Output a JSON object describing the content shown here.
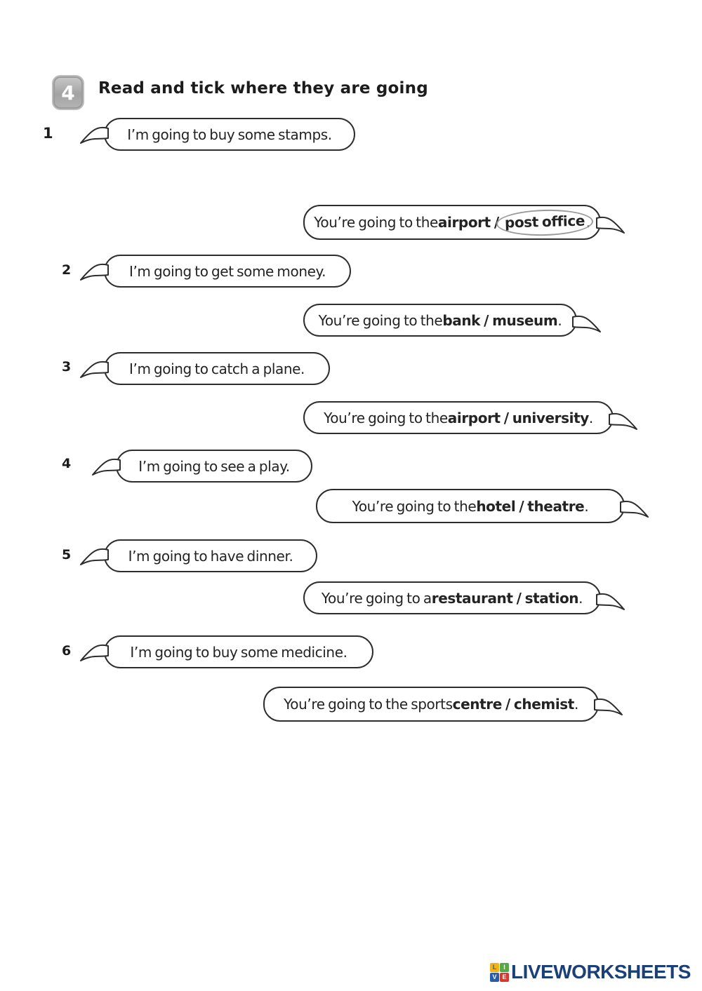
{
  "header": {
    "badge": "4",
    "title": "Read and tick where they are going"
  },
  "items": [
    {
      "num": "1",
      "left": "I’m going to buy some stamps.",
      "right_prefix": "You’re going to the ",
      "right_bold": "airport / ",
      "right_circled": "post office",
      "right_suffix": "."
    },
    {
      "num": "2",
      "left": "I’m going to get some money.",
      "right_prefix": "You’re going to the ",
      "right_bold": "bank / museum",
      "right_suffix": "."
    },
    {
      "num": "3",
      "left": "I’m going to catch a plane.",
      "right_prefix": "You’re going to the ",
      "right_bold": "airport / university",
      "right_suffix": "."
    },
    {
      "num": "4",
      "left": "I’m going to see a play.",
      "right_prefix": "You’re going to the ",
      "right_bold": "hotel / theatre",
      "right_suffix": "."
    },
    {
      "num": "5",
      "left": "I’m going to have dinner.",
      "right_prefix": "You’re going to a ",
      "right_bold": "restaurant / station",
      "right_suffix": "."
    },
    {
      "num": "6",
      "left": "I’m going to buy some medicine.",
      "right_prefix": "You’re going to the sports ",
      "right_bold": "centre / chemist",
      "right_suffix": "."
    }
  ],
  "footer": {
    "logo_text": "LIVEWORKSHEETS",
    "tiles": [
      {
        "letter": "L"
      },
      {
        "letter": "I"
      },
      {
        "letter": "V"
      },
      {
        "letter": "E"
      }
    ],
    "colors": {
      "logo_navy": "#1b3f77",
      "tile_l_bg": "#f2b21c",
      "tile_i_bg": "#55a946",
      "tile_v_bg": "#2a5caa",
      "tile_e_bg": "#d63a2f",
      "answer_circle": "#9a9a9a",
      "bubble_border": "#2d2d2d"
    }
  }
}
